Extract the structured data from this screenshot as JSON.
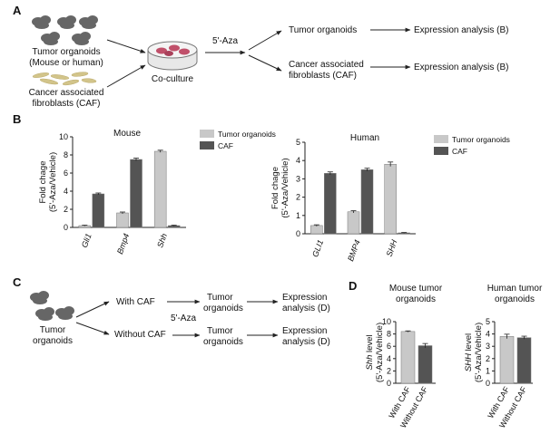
{
  "panels": {
    "a": "A",
    "b": "B",
    "c": "C",
    "d": "D"
  },
  "panel_a": {
    "left_top_line1": "Tumor organoids",
    "left_top_line2": "(Mouse or human)",
    "left_bottom_line1": "Cancer associated",
    "left_bottom_line2": "fibroblasts (CAF)",
    "coculture": "Co-culture",
    "treatment": "5'-Aza",
    "out_top": "Tumor organoids",
    "out_bottom_line1": "Cancer associated",
    "out_bottom_line2": "fibroblasts (CAF)",
    "expr_top": "Expression analysis (B)",
    "expr_bottom": "Expression analysis (B)"
  },
  "panel_c": {
    "start_line1": "Tumor",
    "start_line2": "organoids",
    "with": "With CAF",
    "without": "Without CAF",
    "treatment": "5'-Aza",
    "to_top_line1": "Tumor",
    "to_top_line2": "organoids",
    "to_bottom_line1": "Tumor",
    "to_bottom_line2": "organoids",
    "ea_top_line1": "Expression",
    "ea_top_line2": "analysis (D)",
    "ea_bottom_line1": "Expression",
    "ea_bottom_line2": "analysis (D)"
  },
  "colors": {
    "light": "#c8c8c8",
    "dark": "#545454",
    "axis": "#222222"
  },
  "chart_data": [
    {
      "type": "bar",
      "title": "Mouse",
      "ylabel_line1": "Fold chage",
      "ylabel_line2": "(5'-Aza/Vehicle)",
      "categories": [
        "Gli1",
        "Bmp4",
        "Shh"
      ],
      "ylim": [
        0,
        10
      ],
      "yticks": [
        "0",
        "2",
        "4",
        "6",
        "8",
        "10"
      ],
      "series": [
        {
          "name": "Tumor organoids",
          "values": [
            0.2,
            1.6,
            8.4
          ],
          "errors": [
            0.05,
            0.1,
            0.12
          ]
        },
        {
          "name": "CAF",
          "values": [
            3.7,
            7.5,
            0.2
          ],
          "errors": [
            0.1,
            0.15,
            0.05
          ]
        }
      ]
    },
    {
      "type": "bar",
      "title": "Human",
      "ylabel_line1": "Fold chage",
      "ylabel_line2": "(5'-Aza/Vehicle)",
      "categories": [
        "GLI1",
        "BMP4",
        "SHH"
      ],
      "ylim": [
        0,
        5
      ],
      "yticks": [
        "0",
        "1",
        "2",
        "3",
        "4",
        "5"
      ],
      "series": [
        {
          "name": "Tumor organoids",
          "values": [
            0.45,
            1.2,
            3.8
          ],
          "errors": [
            0.04,
            0.06,
            0.12
          ]
        },
        {
          "name": "CAF",
          "values": [
            3.3,
            3.5,
            0.05
          ],
          "errors": [
            0.08,
            0.08,
            0.02
          ]
        }
      ]
    },
    {
      "type": "bar",
      "title_line1": "Mouse tumor",
      "title_line2": "organoids",
      "ylabel_italic": "Shh",
      "ylabel_rest": " level",
      "ylabel_line2": "(5'-Aza/Vehicle)",
      "categories": [
        "With CAF",
        "Without CAF"
      ],
      "ylim": [
        0,
        10
      ],
      "yticks": [
        "0",
        "2",
        "4",
        "6",
        "8",
        "10"
      ],
      "values": [
        8.4,
        6.1
      ],
      "errors": [
        0.1,
        0.35
      ]
    },
    {
      "type": "bar",
      "title_line1": "Human tumor",
      "title_line2": "organoids",
      "ylabel_italic": "SHH",
      "ylabel_rest": " level",
      "ylabel_line2": "(5'-Aza/Vehicle)",
      "categories": [
        "With CAF",
        "Without CAF"
      ],
      "ylim": [
        0,
        5
      ],
      "yticks": [
        "0",
        "1",
        "2",
        "3",
        "4",
        "5"
      ],
      "values": [
        3.8,
        3.7
      ],
      "errors": [
        0.18,
        0.12
      ]
    }
  ]
}
